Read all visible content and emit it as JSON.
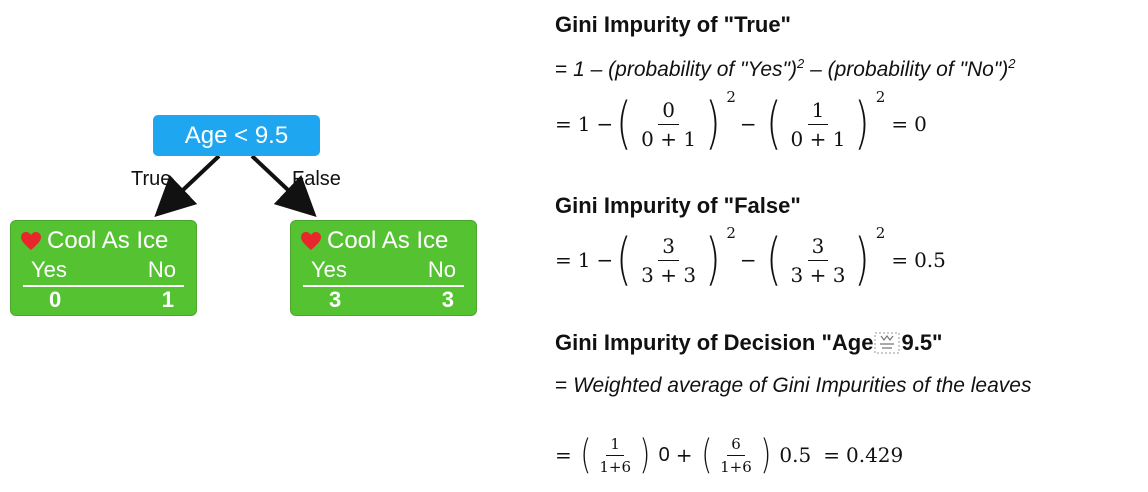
{
  "tree": {
    "root_label": "Age < 9.5",
    "edge_true": "True",
    "edge_false": "False",
    "leaves": [
      {
        "title": "Cool As Ice",
        "yes_label": "Yes",
        "no_label": "No",
        "yes_value": "0",
        "no_value": "1",
        "icon": "heart-icon"
      },
      {
        "title": "Cool As Ice",
        "yes_label": "Yes",
        "no_label": "No",
        "yes_value": "3",
        "no_value": "3",
        "icon": "heart-icon"
      }
    ],
    "colors": {
      "root": "#1ea6f0",
      "leaf": "#55c232",
      "heart": "#e8262b"
    }
  },
  "true_section": {
    "title": "Gini Impurity of \"True\"",
    "prose_eq": "=",
    "prose_one": "1 –",
    "prose_term1": "(probability of \"Yes\")",
    "prose_minus": "–",
    "prose_term2": "(probability of \"No\")",
    "exp": "2",
    "eq": "=",
    "one": "1",
    "minus": "−",
    "f1_num": "0",
    "f1_den": "0 + 1",
    "f2_num": "1",
    "f2_den": "0 + 1",
    "result_eq": "=",
    "result": "0"
  },
  "false_section": {
    "title": "Gini Impurity of \"False\"",
    "eq": "=",
    "one": "1",
    "minus": "−",
    "exp": "2",
    "f1_num": "3",
    "f1_den": "3 + 3",
    "f2_num": "3",
    "f2_den": "3 + 3",
    "result_eq": "=",
    "result": "0.5"
  },
  "decision_section": {
    "title_prefix": "Gini Impurity of Decision \"Age",
    "title_suffix": "9.5\"",
    "prose_eq": "=",
    "prose": "Weighted average of Gini Impurities of the leaves",
    "eq": "=",
    "w1_num": "1",
    "w1_den": "1+6",
    "v1": "0",
    "plus": "+",
    "w2_num": "6",
    "w2_den": "1+6",
    "v2": "0.5",
    "result_eq": "=",
    "result": "0.429"
  }
}
